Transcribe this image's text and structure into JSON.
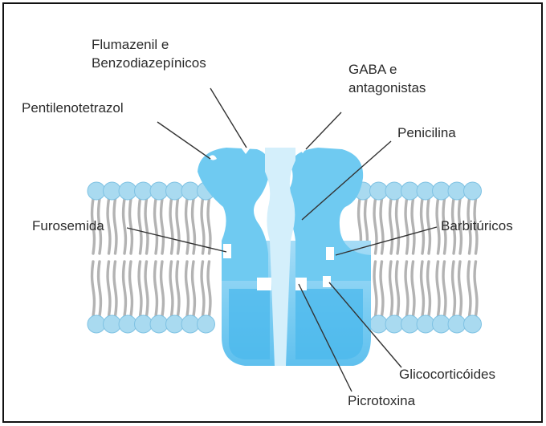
{
  "labels": {
    "flumazenil": "Flumazenil e\nBenzodiazepínicos",
    "gaba": "GABA e\nantagonistas",
    "pentilenotetrazol": "Pentilenotetrazol",
    "penicilina": "Penicilina",
    "furosemida": "Furosemida",
    "barbituricos": "Barbitúricos",
    "glicocorticoides": "Glicocorticóides",
    "picrotoxina": "Picrotoxina"
  },
  "colors": {
    "lipid_head": "#a9daf0",
    "lipid_head_stroke": "#7fc2e3",
    "lipid_tail": "#b3b3b3",
    "channel_light": "#a6dcf6",
    "channel_mid": "#6cc6ef",
    "channel_dark": "#38b0ea",
    "pore": "#d4effb",
    "leader_line": "#333333",
    "border": "#111111"
  }
}
